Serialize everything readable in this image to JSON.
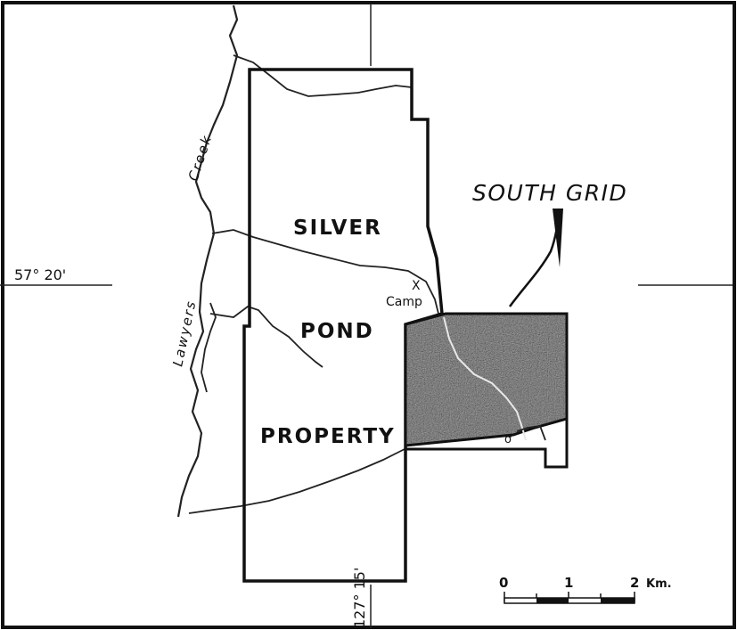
{
  "labels": {
    "silver": "SILVER",
    "pond": "POND",
    "property": "PROPERTY",
    "south_grid": "SOUTH GRID",
    "camp_marker": "X",
    "camp": "Camp",
    "creek_lower": "Lawyers",
    "creek_upper": "Creek",
    "latitude": "57° 20'",
    "longitude": "127° 15'"
  },
  "scale_bar": {
    "tick_labels": [
      "0",
      "1",
      "2"
    ],
    "unit": "Km."
  }
}
